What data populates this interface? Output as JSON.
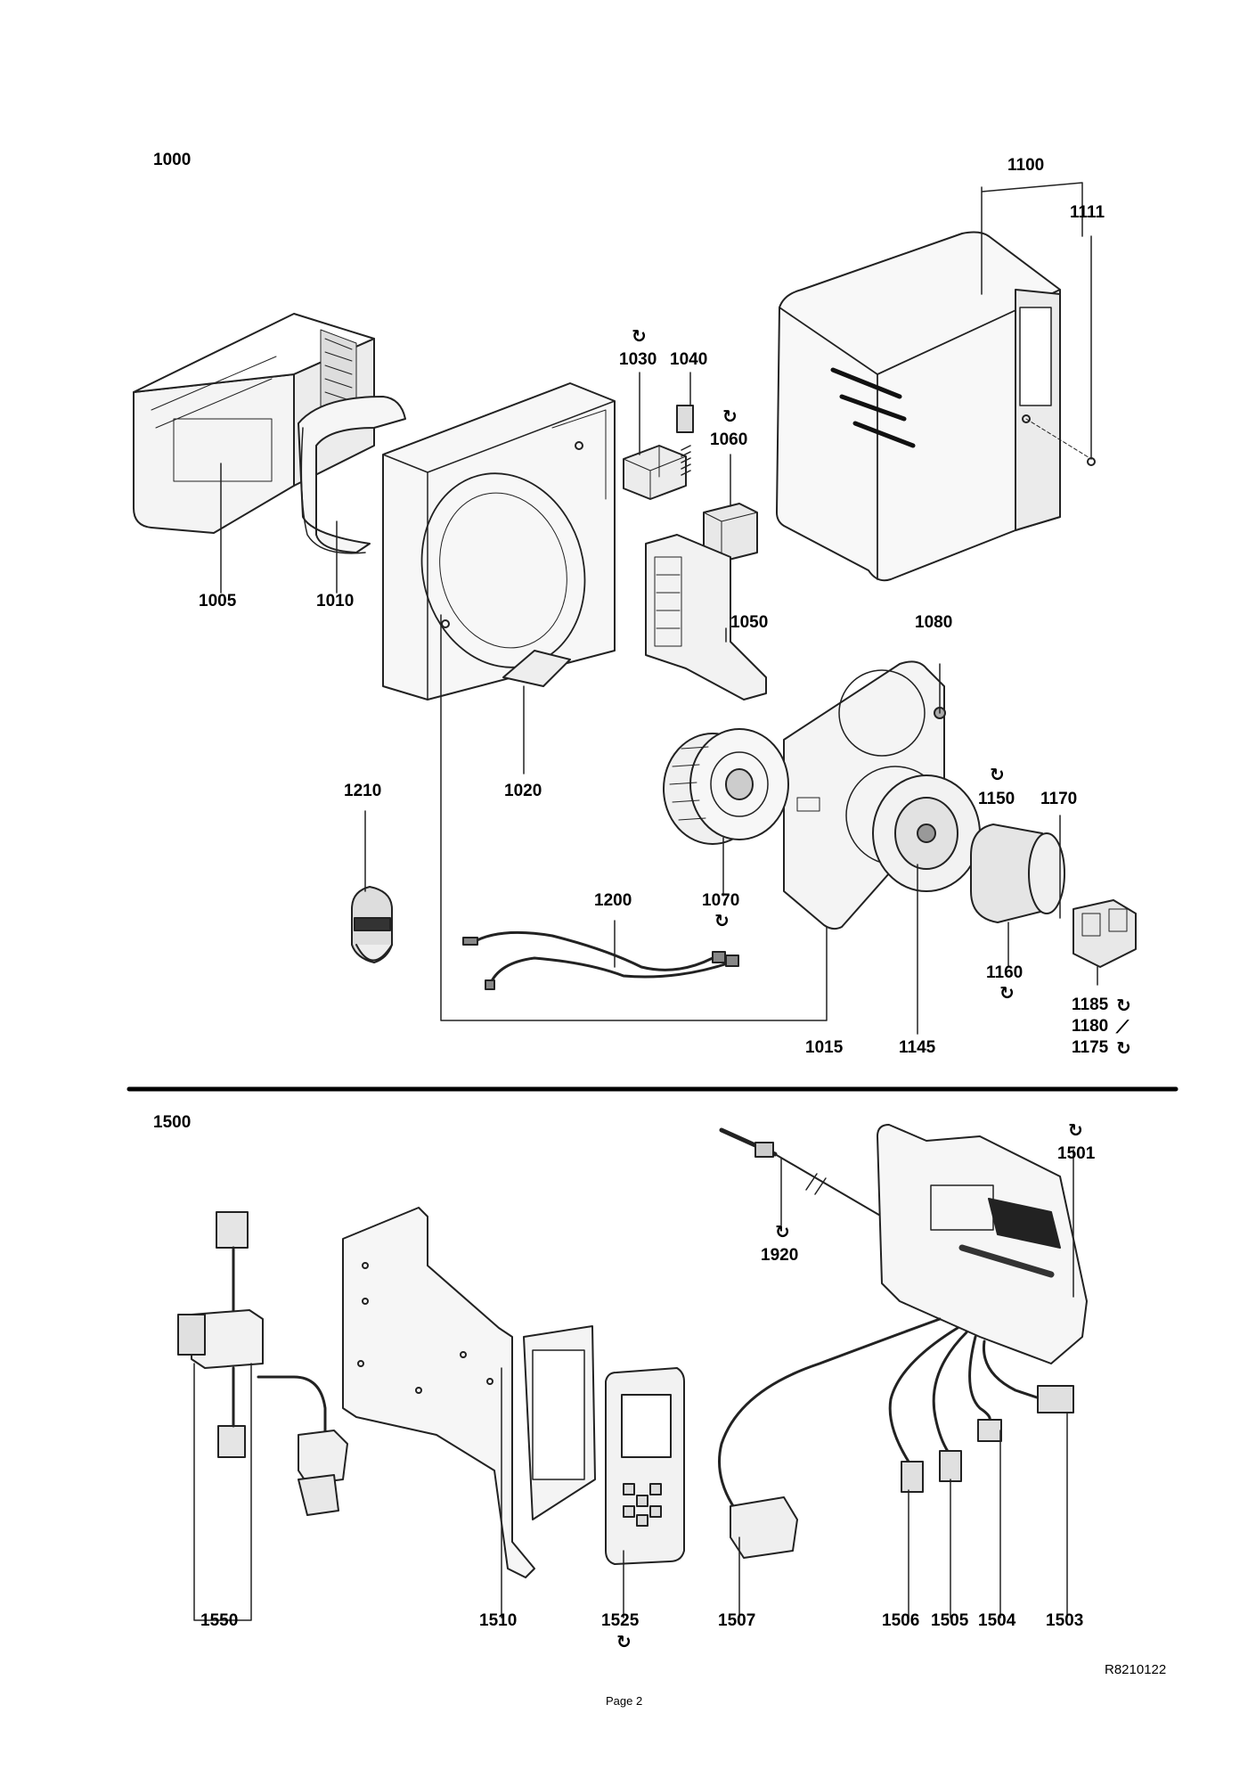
{
  "sections": {
    "top_label": "1000",
    "bottom_label": "1500"
  },
  "parts": {
    "p1100": "1100",
    "p1111": "1111",
    "p1030": "1030",
    "p1040": "1040",
    "p1060": "1060",
    "p1005": "1005",
    "p1010": "1010",
    "p1050": "1050",
    "p1080": "1080",
    "p1210": "1210",
    "p1020": "1020",
    "p1150": "1150",
    "p1170": "1170",
    "p1200": "1200",
    "p1070": "1070",
    "p1160": "1160",
    "p1185": "1185",
    "p1180": "1180",
    "p1175": "1175",
    "p1015": "1015",
    "p1145": "1145",
    "p1501": "1501",
    "p1920": "1920",
    "p1550": "1550",
    "p1510": "1510",
    "p1525": "1525",
    "p1507": "1507",
    "p1506": "1506",
    "p1505": "1505",
    "p1504": "1504",
    "p1503": "1503"
  },
  "icons": {
    "rotate": "rotate-arrows-icon",
    "wrench": "wrench-icon"
  },
  "footer": {
    "drawing_ref": "R8210122",
    "page": "Page 2"
  }
}
